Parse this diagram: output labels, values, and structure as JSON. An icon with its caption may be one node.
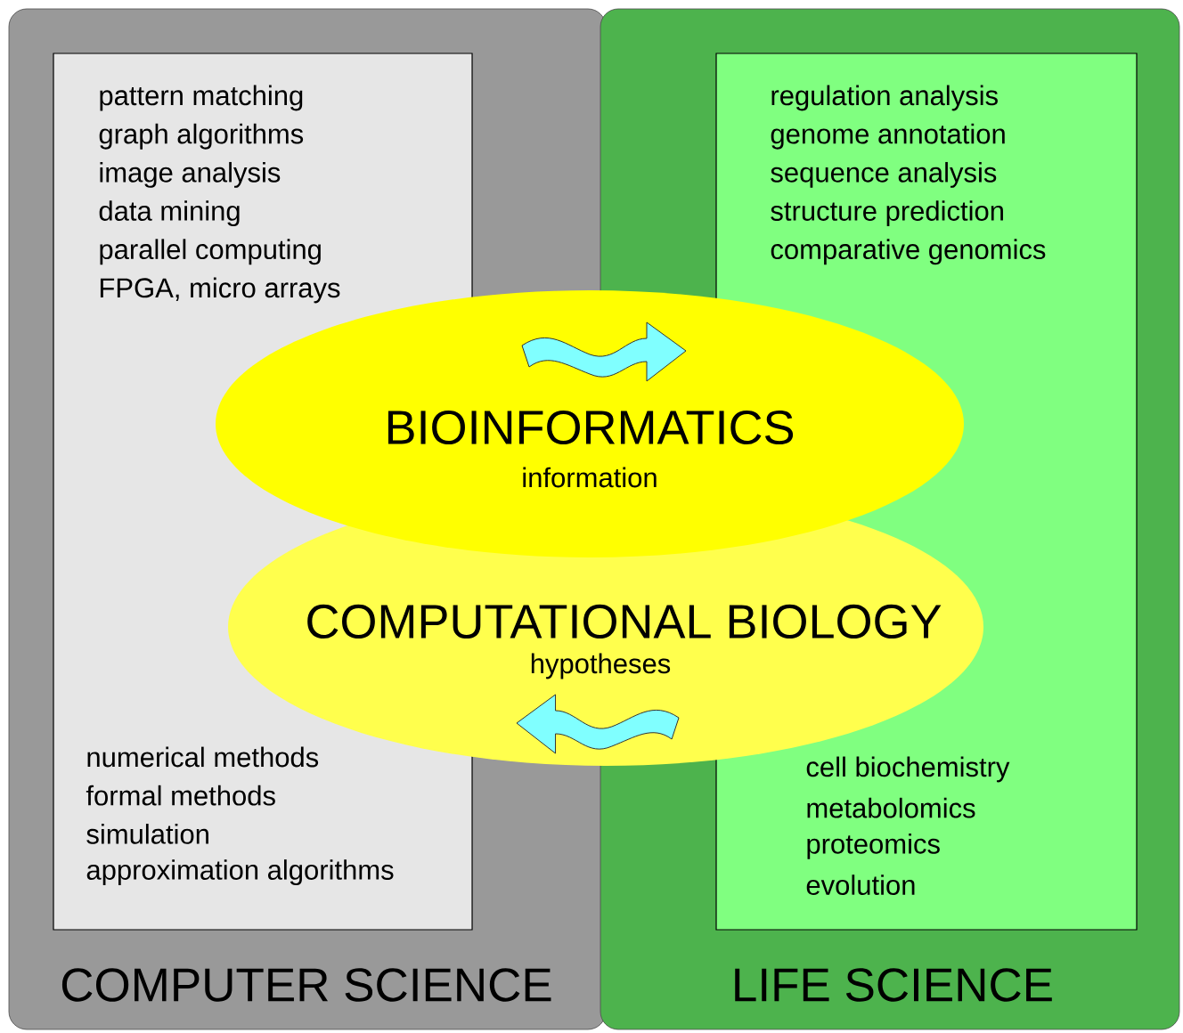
{
  "diagram": {
    "nodes": [
      {
        "text": [
          "COMPUTER SCIENCE"
        ]
      },
      {
        "text": [
          "pattern matching",
          "graph algorithms",
          "image analysis",
          "data mining",
          "parallel computing",
          "FPGA, micro arrays",
          "numerical methods",
          "formal methods",
          "simulation",
          "approximation algorithms"
        ],
        "in": 0
      },
      {
        "text": [
          "LIFE SCIENCE"
        ]
      },
      {
        "text": [
          "regulation analysis",
          "genome annotation",
          "sequence analysis",
          "structure prediction",
          "comparative genomics",
          "cell biochemistry",
          "metabolomics",
          "proteomics",
          "evolution"
        ],
        "in": 2
      },
      {
        "text": [
          "BIOINFORMATICS",
          "information"
        ]
      },
      {
        "text": [
          "COMPUTATIONAL BIOLOGY",
          "hypotheses"
        ]
      }
    ],
    "edges": [
      {
        "from": 1,
        "to": 3,
        "arrow": "to"
      },
      {
        "from": 3,
        "to": 1,
        "arrow": "to"
      }
    ]
  }
}
